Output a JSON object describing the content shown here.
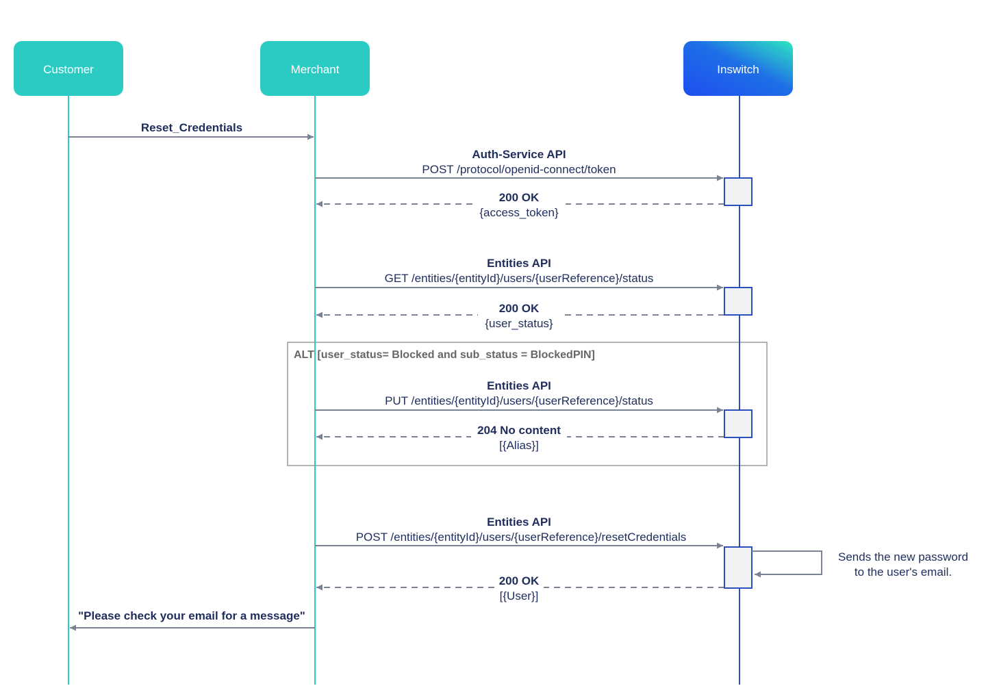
{
  "participants": {
    "customer": "Customer",
    "merchant": "Merchant",
    "inswitch": "Inswitch"
  },
  "colors": {
    "participant_fill": "#2bcbc3",
    "inswitch_gradient_start": "#1e4ff0",
    "inswitch_gradient_end": "#2ee8c0",
    "lifeline_customer": "#2bcbc3",
    "lifeline_inswitch": "#2a4fbd",
    "arrow": "#7a8394",
    "text": "#1f2d5c"
  },
  "messages": {
    "reset": {
      "label": "Reset_Credentials"
    },
    "auth_req": {
      "title": "Auth-Service API",
      "detail": "POST /protocol/openid-connect/token"
    },
    "auth_resp": {
      "title": "200 OK",
      "detail": "{access_token}"
    },
    "status_req": {
      "title": "Entities API",
      "detail": "GET /entities/{entityId}/users/{userReference}/status"
    },
    "status_resp": {
      "title": "200 OK",
      "detail": "{user_status}"
    },
    "put_req": {
      "title": "Entities API",
      "detail": "PUT /entities/{entityId}/users/{userReference}/status"
    },
    "put_resp": {
      "title": "204 No content",
      "detail": "[{Alias}]"
    },
    "reset_req": {
      "title": "Entities API",
      "detail": "POST /entities/{entityId}/users/{userReference}/resetCredentials"
    },
    "reset_resp": {
      "title": "200 OK",
      "detail": "[{User}]"
    },
    "final": {
      "label": "\"Please check your email for a message\""
    }
  },
  "alt_fragment": {
    "label": "ALT [user_status= Blocked and sub_status = BlockedPIN]"
  },
  "self_note": {
    "line1": "Sends the new password",
    "line2": "to the user's email."
  }
}
